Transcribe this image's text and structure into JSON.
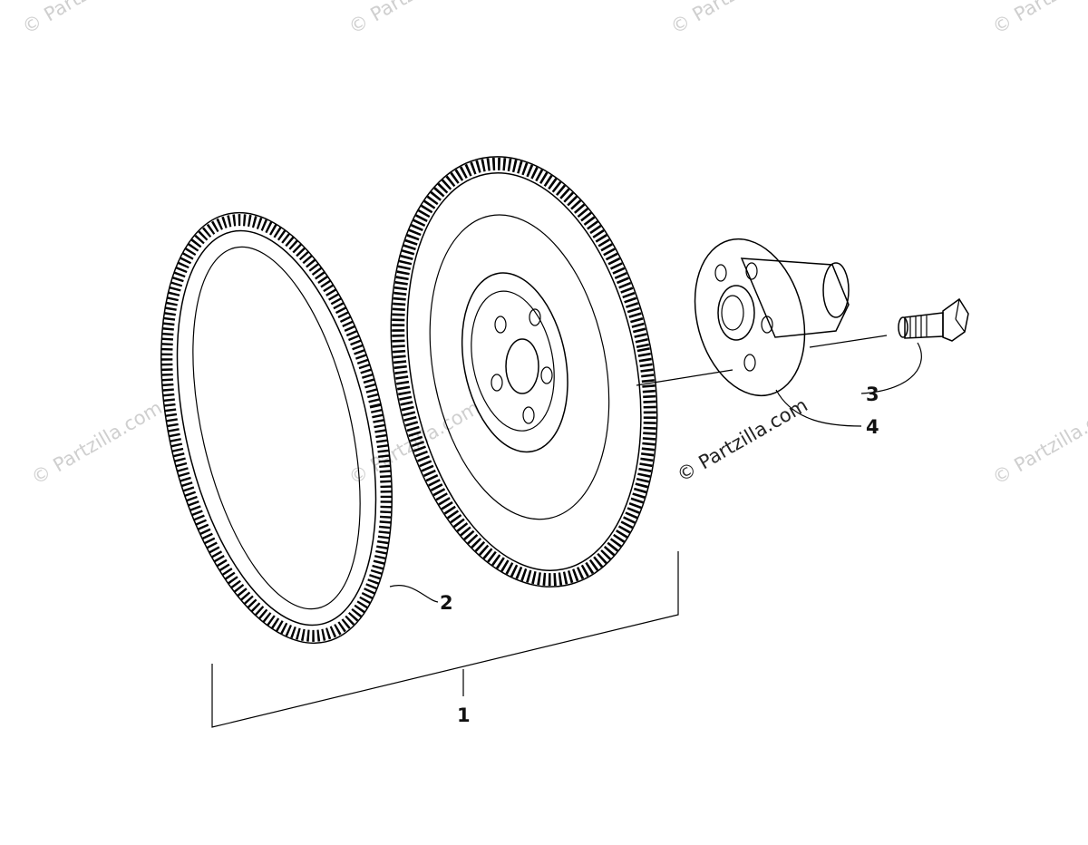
{
  "watermark": {
    "text": "© Partzilla.com",
    "color": "#cfcfcf"
  },
  "credit": {
    "text": "© Partzilla.com"
  },
  "callouts": {
    "c1": "1",
    "c2": "2",
    "c3": "3",
    "c4": "4"
  },
  "parts": [
    {
      "id": "ring-gear",
      "callout": "2",
      "icon": "ring-gear-icon"
    },
    {
      "id": "flywheel",
      "callout": "1",
      "icon": "flywheel-icon"
    },
    {
      "id": "hub",
      "callout": "4",
      "icon": "hub-icon"
    },
    {
      "id": "bolt",
      "callout": "3",
      "icon": "bolt-icon"
    }
  ]
}
